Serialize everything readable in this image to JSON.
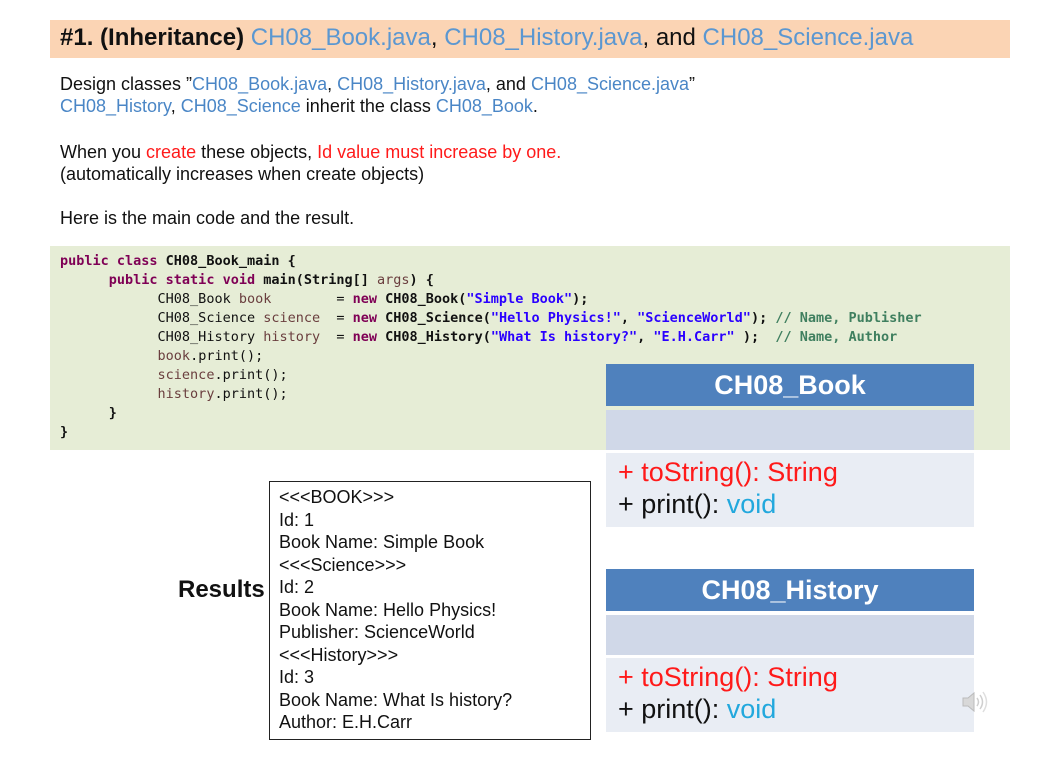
{
  "title": {
    "number": "#1. (Inheritance)",
    "file1": "CH08_Book.java",
    "sep1": ", ",
    "file2": "CH08_History.java",
    "sep2": ", and ",
    "file3": "CH08_Science.java"
  },
  "description": {
    "line1_prefix": "Design classes ”",
    "line1_f1": "CH08_Book.java",
    "line1_sep1": ", ",
    "line1_f2": "CH08_History.java",
    "line1_sep2": ", and ",
    "line1_f3": "CH08_Science.java",
    "line1_suffix": "”",
    "line2_c1": "CH08_History",
    "line2_sep": ", ",
    "line2_c2": "CH08_Science",
    "line2_mid": " inherit the class ",
    "line2_c3": "CH08_Book",
    "line2_end": ".",
    "line3_a": "When you ",
    "line3_b": "create",
    "line3_c": " these objects, ",
    "line3_d": "Id value must increase by one.",
    "line4": "(automatically increases when create objects)",
    "line5": "Here is the main code and the result."
  },
  "code": {
    "l1_kw": "public class",
    "l1_name": " CH08_Book_main {",
    "l2_kw": "public static void",
    "l2_rest": " main(String[] ",
    "l2_args": "args",
    "l2_end": ") {",
    "l3_type": "CH08_Book ",
    "l3_var": "book",
    "l3_eq": "        = ",
    "l3_new": "new",
    "l3_cls": " CH08_Book(",
    "l3_str": "\"Simple Book\"",
    "l3_end": ");",
    "l4_type": "CH08_Science ",
    "l4_var": "science",
    "l4_eq": "  = ",
    "l4_new": "new",
    "l4_cls": " CH08_Science(",
    "l4_str1": "\"Hello Physics!\"",
    "l4_comma": ", ",
    "l4_str2": "\"ScienceWorld\"",
    "l4_end": "); ",
    "l4_cm": "// Name, Publisher",
    "l5_type": "CH08_History ",
    "l5_var": "history",
    "l5_eq": "  = ",
    "l5_new": "new",
    "l5_cls": " CH08_History(",
    "l5_str1": "\"What Is history?\"",
    "l5_comma": ", ",
    "l5_str2": "\"E.H.Carr\"",
    "l5_end": " );  ",
    "l5_cm": "// Name, Author",
    "l6_var": "book",
    "l6_rest": ".print();",
    "l7_var": "science",
    "l7_rest": ".print();",
    "l8_var": "history",
    "l8_rest": ".print();",
    "l9": "}",
    "l10": "}"
  },
  "results": {
    "label": "Results",
    "lines": [
      "<<<BOOK>>>",
      "Id: 1",
      "Book Name: Simple Book",
      "<<<Science>>>",
      "Id: 2",
      "Book Name: Hello Physics!",
      "Publisher: ScienceWorld",
      "<<<History>>>",
      "Id: 3",
      "Book Name: What Is history?",
      "Author: E.H.Carr"
    ]
  },
  "uml": [
    {
      "class_name": "CH08_Book",
      "m1": "+ toString(): String",
      "m2_a": "+ print(): ",
      "m2_b": "void"
    },
    {
      "class_name": "CH08_History",
      "m1": "+ toString(): String",
      "m2_a": "+ print(): ",
      "m2_b": "void"
    }
  ],
  "icons": {
    "speaker": "speaker-icon"
  },
  "colors": {
    "title_bg": "#fbd4b4",
    "code_bg": "#e6edd6",
    "uml_header": "#4f81bd",
    "highlight_blue": "#4a86c6",
    "highlight_red": "#ff1a1a"
  }
}
